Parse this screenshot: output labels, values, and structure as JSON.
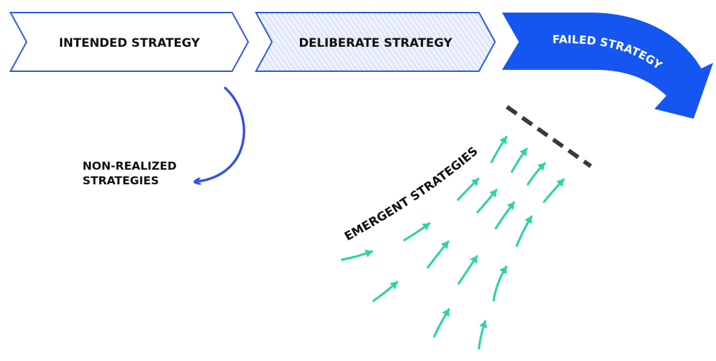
{
  "stages": {
    "intended": "INTENDED STRATEGY",
    "deliberate": "DELIBERATE STRATEGY",
    "failed": "FAILED STRATEGY"
  },
  "non_realized": {
    "line1": "NON-REALIZED",
    "line2": "STRATEGIES"
  },
  "emergent": "EMERGENT STRATEGIES",
  "colors": {
    "outline_blue": "#2b56e0",
    "failed_fill": "#1555f0",
    "curve_blue": "#3550e0",
    "emergent_green": "#2ed3a8",
    "dash_gray": "#3a3a3a",
    "text": "#111111"
  }
}
